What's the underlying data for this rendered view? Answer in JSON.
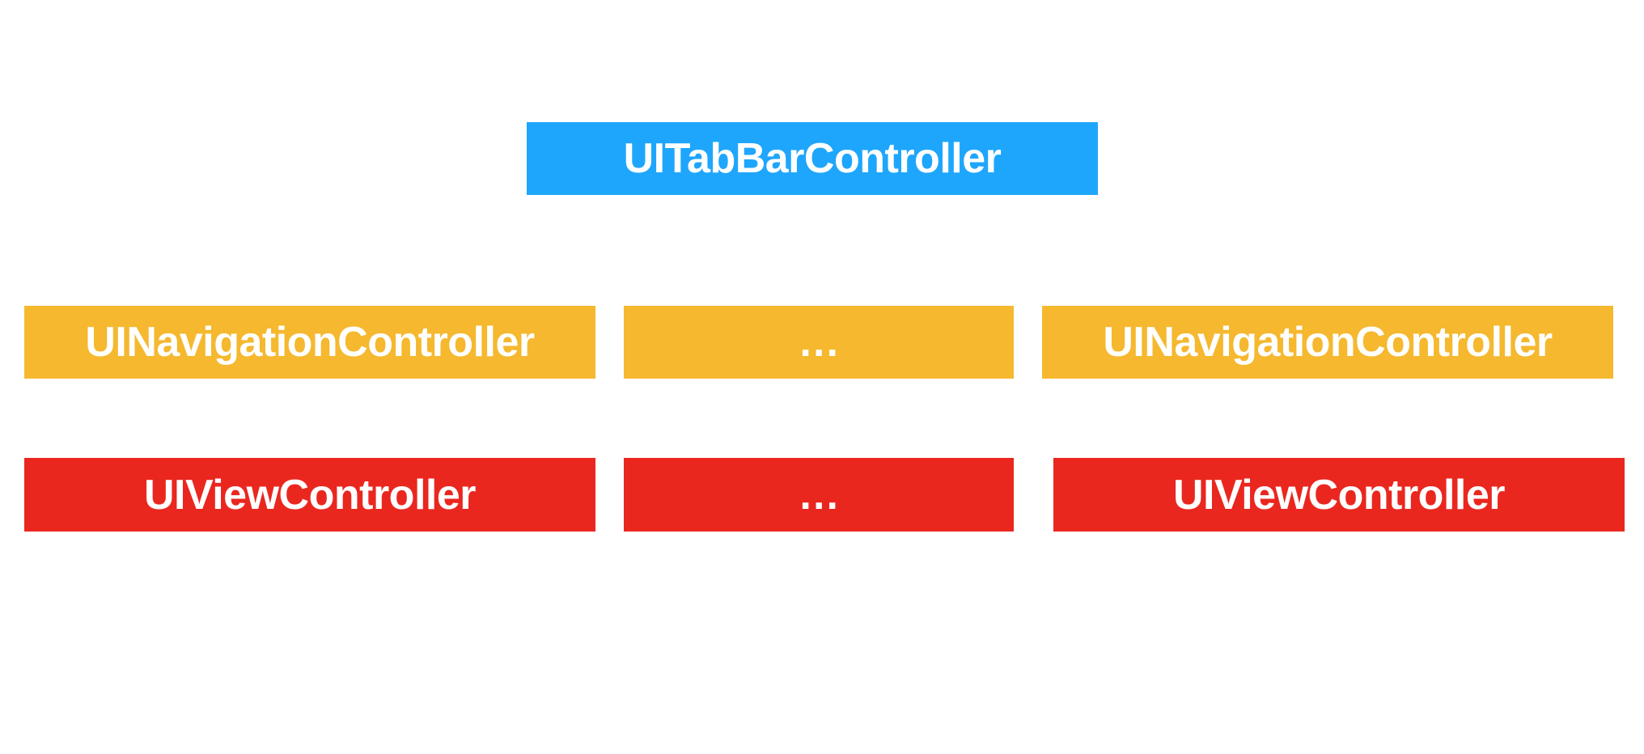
{
  "colors": {
    "tabbar": "#1ea6fc",
    "navigation": "#f5b82e",
    "view": "#ea271f",
    "text": "#ffffff"
  },
  "tabbar": {
    "label": "UITabBarController"
  },
  "navigation_controllers": [
    {
      "label": "UINavigationController"
    },
    {
      "label": "…"
    },
    {
      "label": "UINavigationController"
    }
  ],
  "view_controllers": [
    {
      "label": "UIViewController"
    },
    {
      "label": "…"
    },
    {
      "label": "UIViewController"
    }
  ]
}
